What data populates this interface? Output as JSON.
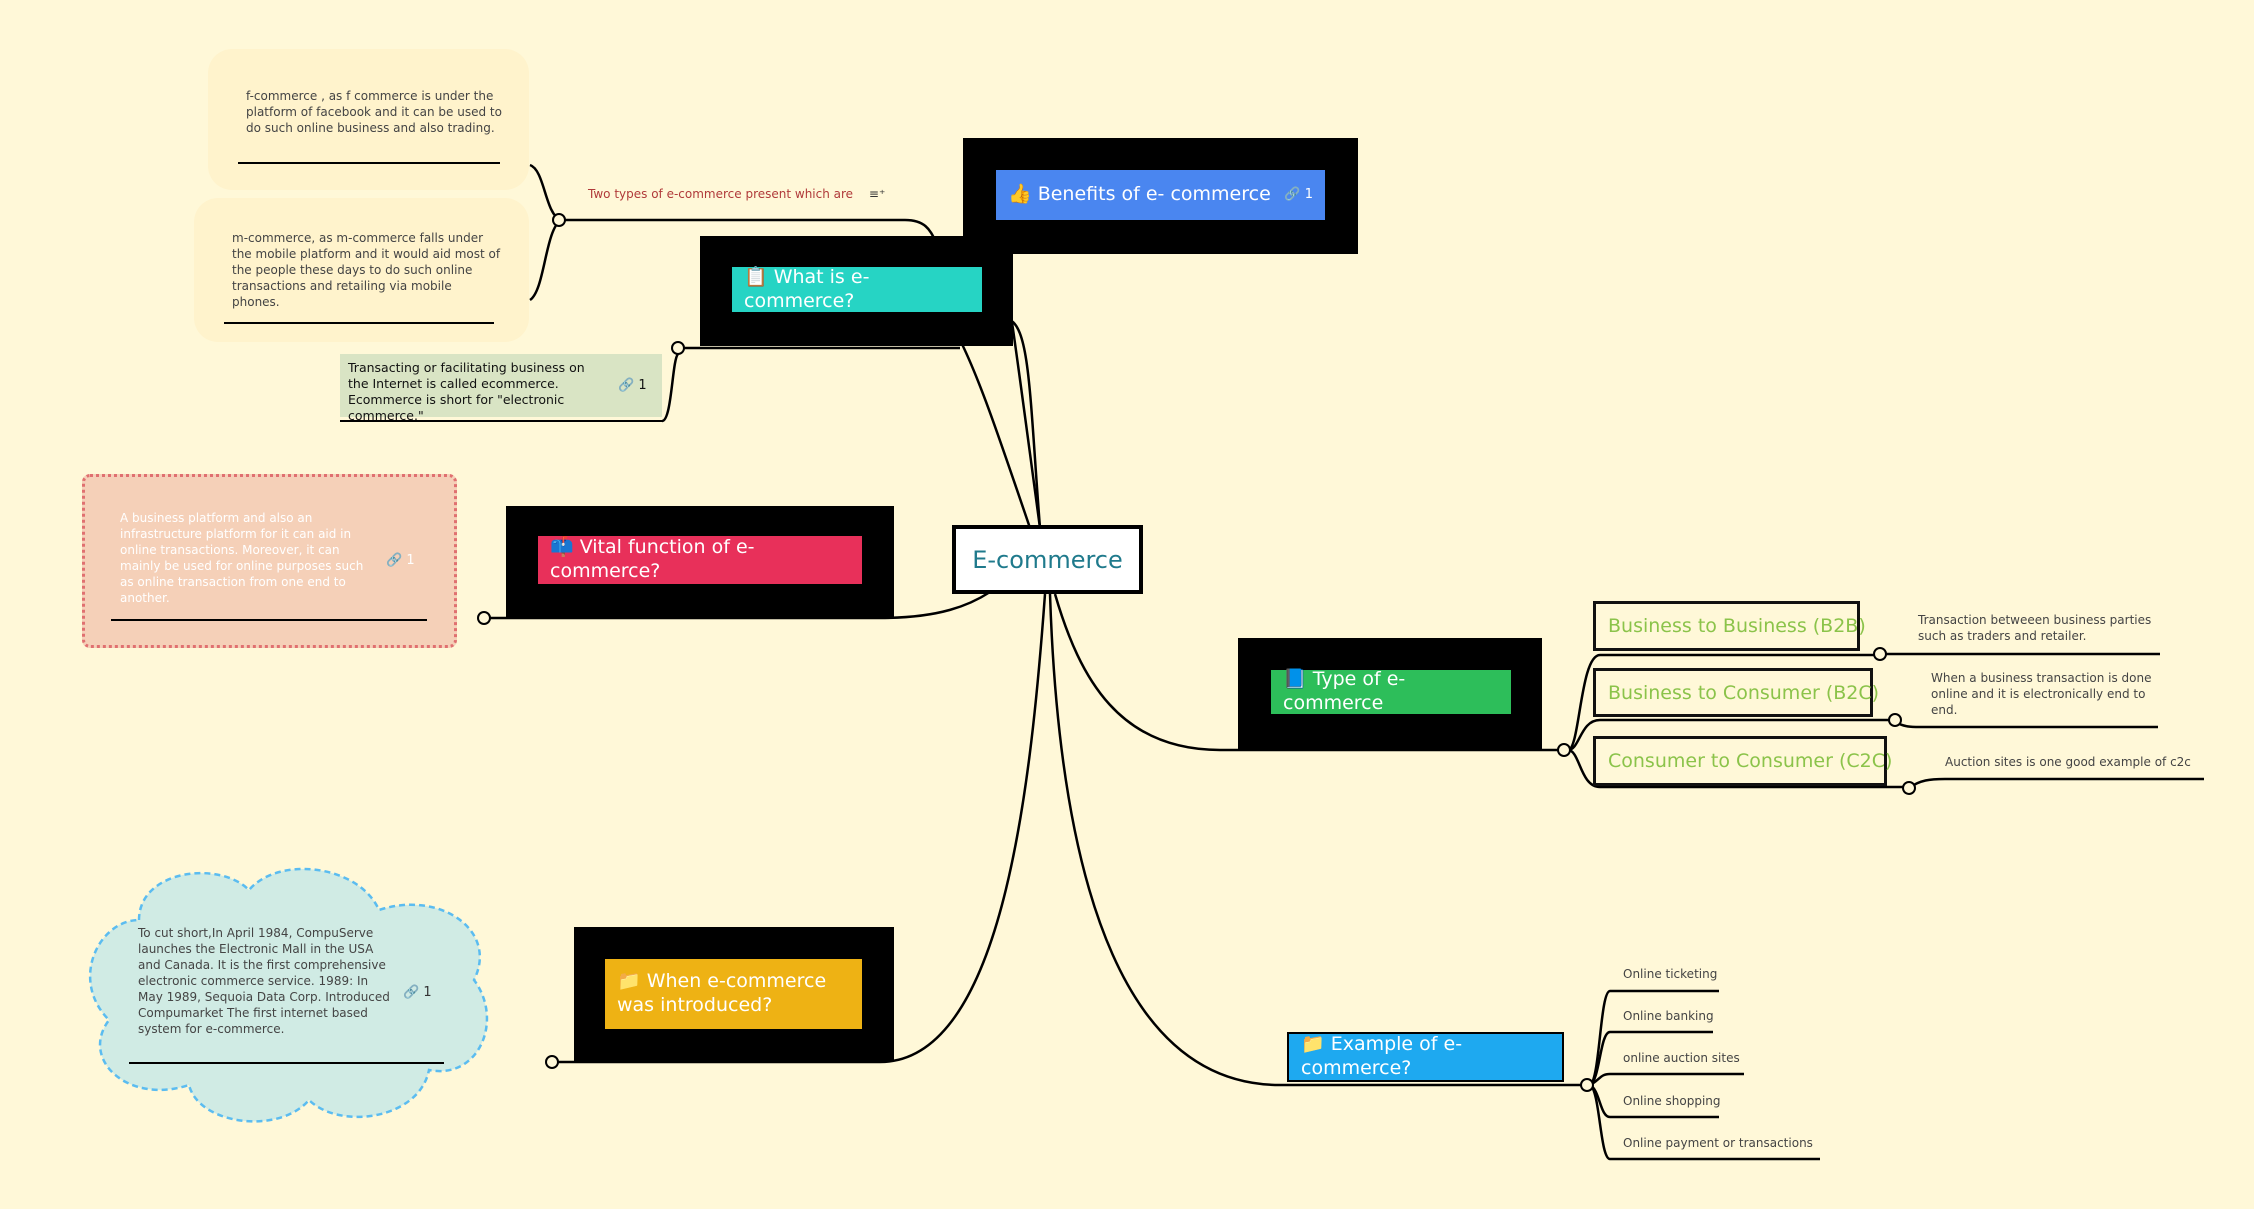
{
  "central": {
    "label": "E-commerce"
  },
  "benefits": {
    "label": "👍 Benefits of e- commerce",
    "link": "🔗 1",
    "color": "#4a86f0"
  },
  "what_is": {
    "label": "📋 What is e- commerce?",
    "color": "#26d4c4",
    "label_note": "Two types of e-commerce present which are",
    "label_note_icon": "≡⁺",
    "notes": [
      "f-commerce , as f commerce is under the platform of facebook and it can be used to do such online business and also trading.",
      "m-commerce, as m-commerce falls under the mobile platform and it would aid most of the people these days to do such online transactions and retailing via mobile phones."
    ],
    "tooltip": "Transacting or facilitating business on the Internet is called ecommerce. Ecommerce is short for \"electronic commerce.\"",
    "tooltip_link": "🔗 1"
  },
  "vital": {
    "label": "📫 Vital function of e-commerce?",
    "color": "#e8305a",
    "note": "A business platform and also an infrastructure platform for it can aid in online transactions. Moreover, it can mainly be used for online purposes such as online transaction from one end to another.",
    "note_link": "🔗 1"
  },
  "types": {
    "label": "📘 Type of e-commerce",
    "color": "#2dbe5a",
    "items": [
      {
        "label": "Business to Business (B2B)",
        "desc": "Transaction betweeen business parties such as traders and retailer."
      },
      {
        "label": "Business to Consumer (B2C)",
        "desc": "When a business transaction is done online and it is electronically end to end."
      },
      {
        "label": "Consumer to Consumer (C2C)",
        "desc": "Auction sites is one good example of c2c"
      }
    ]
  },
  "when": {
    "label": "📁 When e-commerce was introduced?",
    "color": "#eeb214",
    "note": "To cut short,In April 1984, CompuServe launches the Electronic Mall in the USA and Canada. It is the first comprehensive electronic commerce service. 1989: In May 1989, Sequoia Data Corp. Introduced Compumarket The first internet based system for e-commerce.",
    "note_link": "🔗 1"
  },
  "example": {
    "label": "📁 Example of e-commerce?",
    "color": "#1ea9f0",
    "items": [
      "Online ticketing",
      "Online banking",
      "online auction sites",
      "Online shopping",
      "Online payment or transactions"
    ]
  }
}
